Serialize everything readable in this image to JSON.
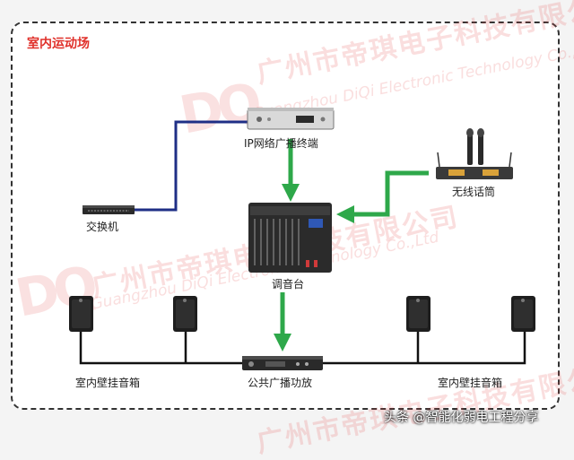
{
  "diagram": {
    "title": "室内运动场",
    "nodes": {
      "ip_terminal": "IP网络广播终端",
      "switch": "交换机",
      "wireless_mic": "无线话筒",
      "mixer": "调音台",
      "amplifier": "公共广播功放",
      "speakers_left": "室内壁挂音箱",
      "speakers_right": "室内壁挂音箱"
    }
  },
  "watermark": {
    "logo": "DQ",
    "company_cn": "广州市帝琪电子科技有限公司",
    "company_en": "Guangzhou DiQi Electronic Technology Co.,Ltd"
  },
  "credit": "头条 @智能化弱电工程分享",
  "colors": {
    "title": "#e0312b",
    "green_arrow": "#2ea84a",
    "network_line": "#1f2f86",
    "speaker_line": "#111111"
  }
}
